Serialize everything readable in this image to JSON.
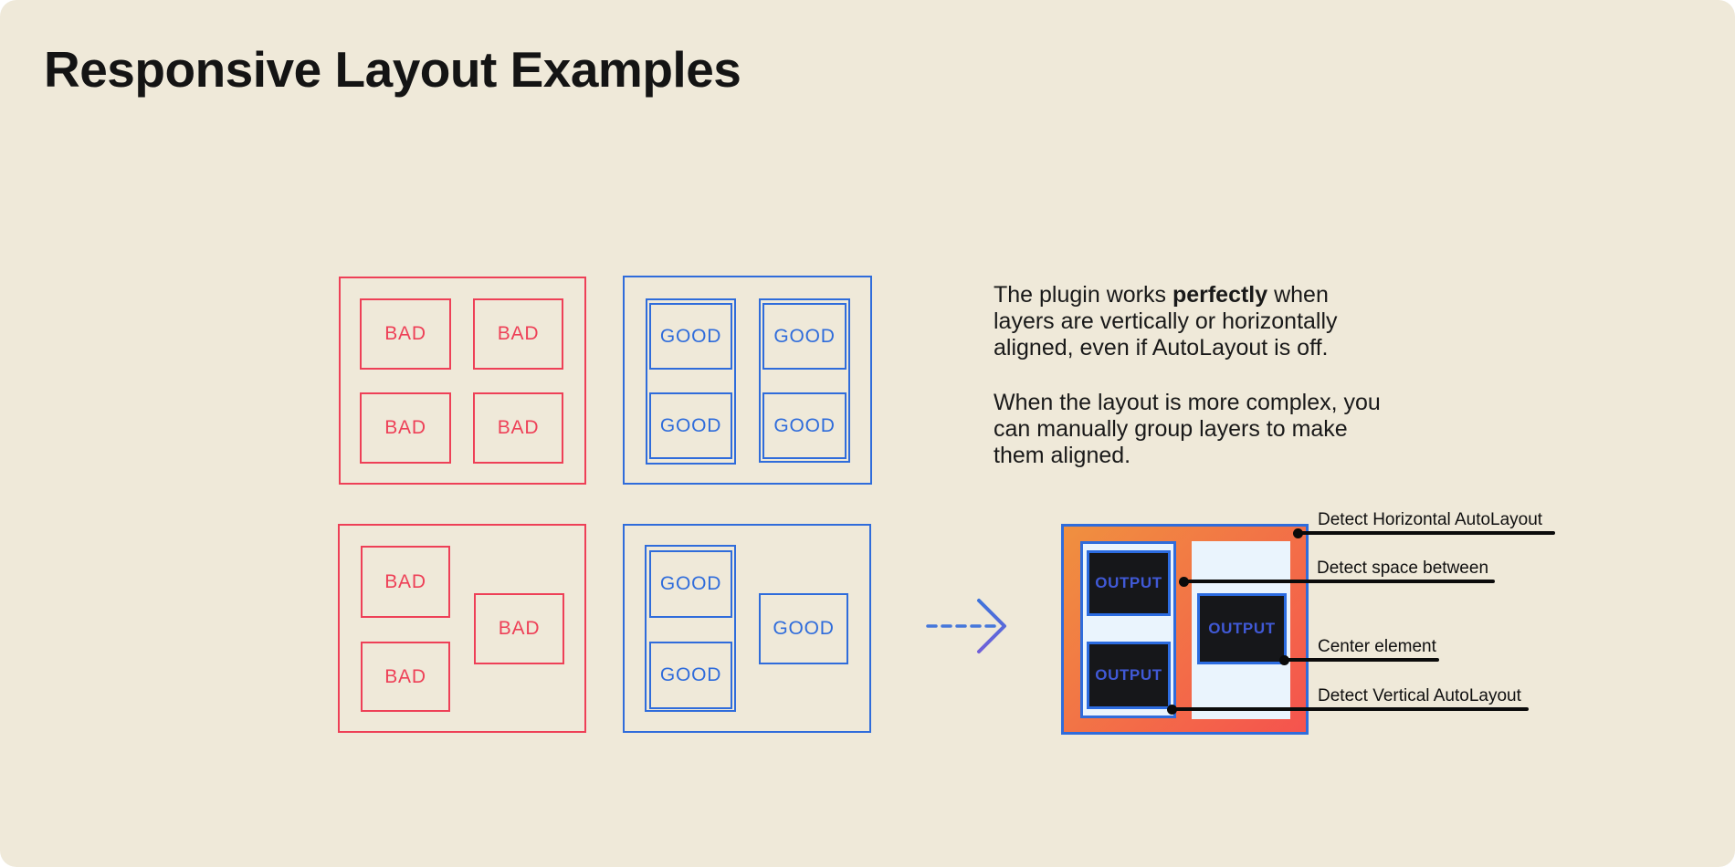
{
  "title": "Responsive Layout Examples",
  "labels": {
    "bad": "BAD",
    "good": "GOOD",
    "output": "OUTPUT"
  },
  "description": {
    "para1_prefix": "The plugin works ",
    "para1_bold": "perfectly",
    "para1_suffix": " when\nlayers are vertically or horizontally\naligned, even if AutoLayout is off.",
    "para2": "When the layout is more complex, you\ncan manually group layers to make\nthem aligned."
  },
  "annotations": [
    {
      "label": "Detect Horizontal AutoLayout"
    },
    {
      "label": "Detect space between"
    },
    {
      "label": "Center element"
    },
    {
      "label": "Detect Vertical AutoLayout"
    }
  ],
  "colors": {
    "cream": "#EFE9D9",
    "red": "#EE4057",
    "blue": "#2F6CDB",
    "ink": "#141414",
    "arrow-blue": "#4577DB",
    "arrow-purple": "#7160D9",
    "orange-start": "#F0903F",
    "orange-end": "#F5534E",
    "panel-light": "#EAF4FD",
    "dark-box": "#16171A",
    "output-text": "#4059D6",
    "line-black": "#0B0B0B"
  }
}
